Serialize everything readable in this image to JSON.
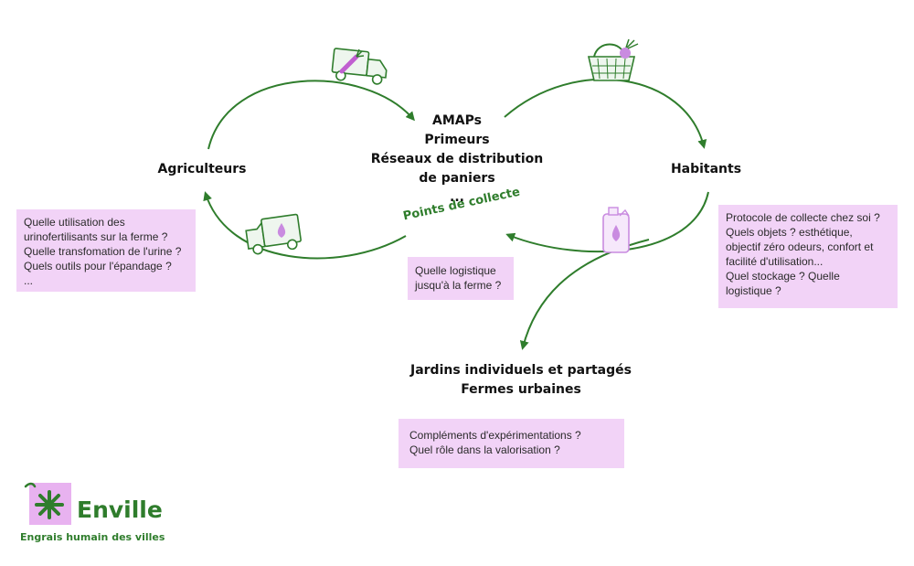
{
  "colors": {
    "arrow": "#2f7d2c",
    "box_bg": "#f2d3f7",
    "text": "#111111",
    "logo_green": "#2f7d2c",
    "logo_pink": "#e8b2f0"
  },
  "nodes": {
    "agriculteurs": "Agriculteurs",
    "center": {
      "lines": [
        "AMAPs",
        "Primeurs",
        "Réseaux de distribution",
        "de paniers",
        "..."
      ]
    },
    "points_collecte": "Points de collecte",
    "habitants": "Habitants",
    "jardins": {
      "lines": [
        "Jardins individuels et partagés",
        "Fermes urbaines"
      ]
    }
  },
  "boxes": {
    "agriculteurs_questions": [
      "Quelle utilisation des",
      "urinofertilisants sur la ferme ?",
      "Quelle transfomation de l'urine ?",
      "Quels outils pour l'épandage ?",
      "..."
    ],
    "logistique": [
      "Quelle logistique",
      "jusqu'à la ferme ?"
    ],
    "habitants_questions": [
      "Protocole de collecte chez soi ?",
      "Quels objets ? esthétique,",
      "objectif zéro odeurs, confort et",
      "facilité d'utilisation...",
      "Quel stockage ? Quelle",
      "logistique ?"
    ],
    "jardins_questions": [
      "Compléments d'expérimentations ?",
      "Quel rôle dans la valorisation ?"
    ]
  },
  "icons": [
    "delivery-truck-carrot-icon",
    "delivery-truck-drop-icon",
    "basket-vegetables-icon",
    "jerrycan-drop-icon",
    "flower-logo-icon"
  ],
  "logo": {
    "name": "Enville",
    "tagline": "Engrais humain des villes"
  }
}
